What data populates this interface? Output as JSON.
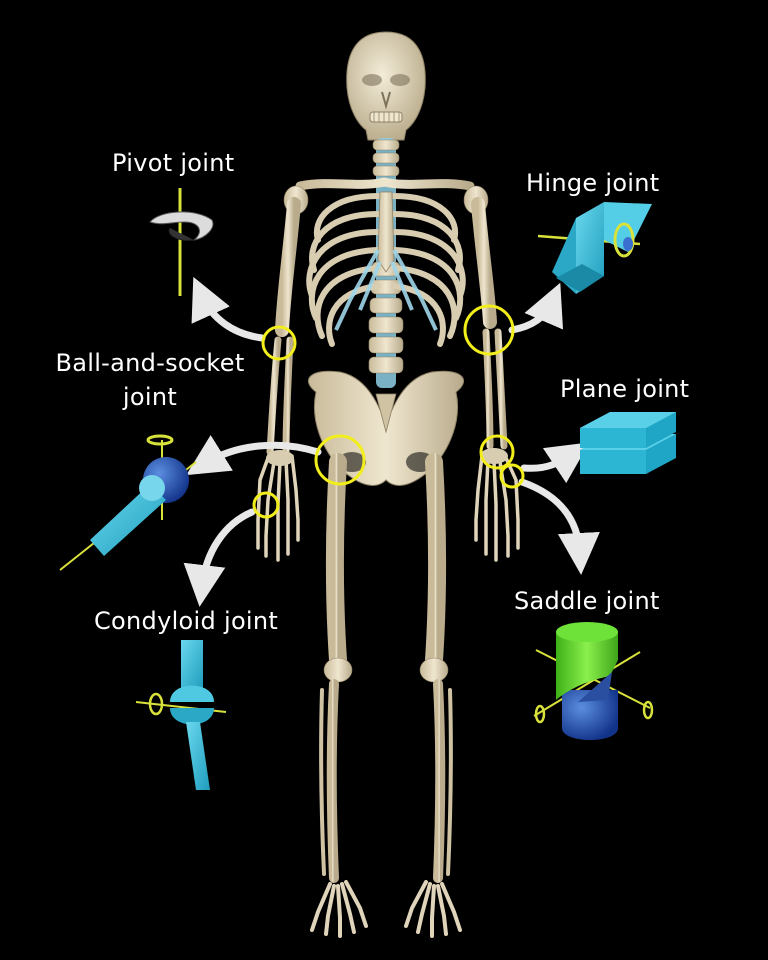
{
  "labels": {
    "pivot": "Pivot joint",
    "hinge": "Hinge joint",
    "ball_line1": "Ball-and-socket",
    "ball_line2": "joint",
    "plane": "Plane joint",
    "condyloid": "Condyloid joint",
    "saddle": "Saddle joint"
  },
  "colors": {
    "background": "#000000",
    "bone": "#e6dcc3",
    "bone_shadow": "#b9ab8c",
    "cartilage": "#8fd0e6",
    "highlight_circle": "#f2ee1c",
    "arrow": "#e8e8e8",
    "model_blue": "#3bbcd8",
    "model_dark_blue": "#1f4fa8",
    "model_green": "#5fd62a",
    "axis_yellow": "#d8e23a"
  },
  "icons": {
    "pivot_model": "pivot-joint-model",
    "hinge_model": "hinge-joint-model",
    "ball_model": "ball-and-socket-joint-model",
    "plane_model": "plane-joint-model",
    "condyloid_model": "condyloid-joint-model",
    "saddle_model": "saddle-joint-model"
  }
}
